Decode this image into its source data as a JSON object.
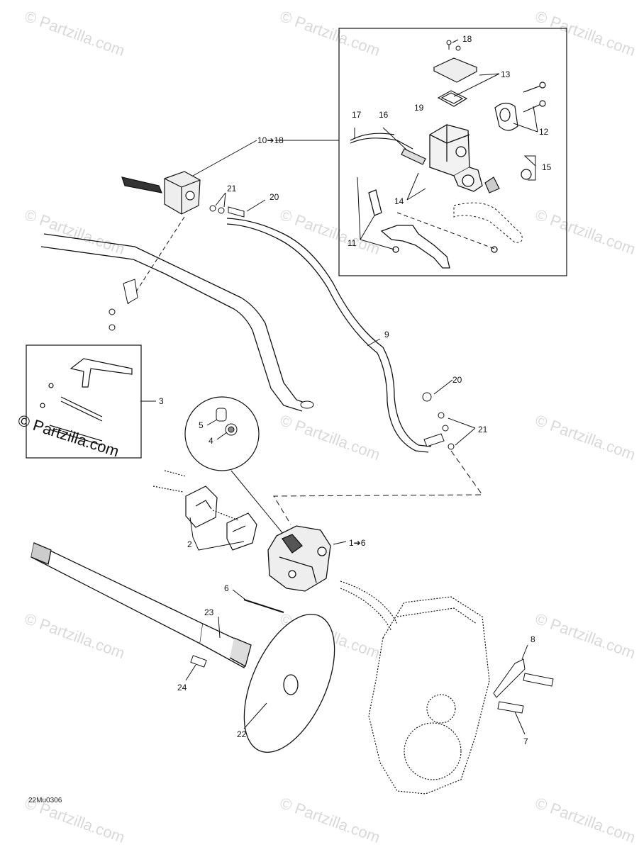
{
  "watermark": "© Partzilla.com",
  "drawing_code": "22Mu0306",
  "callouts": {
    "c1": "1➔6",
    "c2": "2",
    "c3": "3",
    "c4": "4",
    "c5": "5",
    "c6": "6",
    "c7": "7",
    "c8": "8",
    "c9": "9",
    "c10": "10➔18",
    "c11": "11",
    "c12": "12",
    "c13": "13",
    "c14": "14",
    "c15": "15",
    "c16": "16",
    "c17": "17",
    "c18": "18",
    "c19": "19",
    "c20a": "20",
    "c20b": "20",
    "c21a": "21",
    "c21b": "21",
    "c22": "22",
    "c23": "23",
    "c24": "24"
  }
}
